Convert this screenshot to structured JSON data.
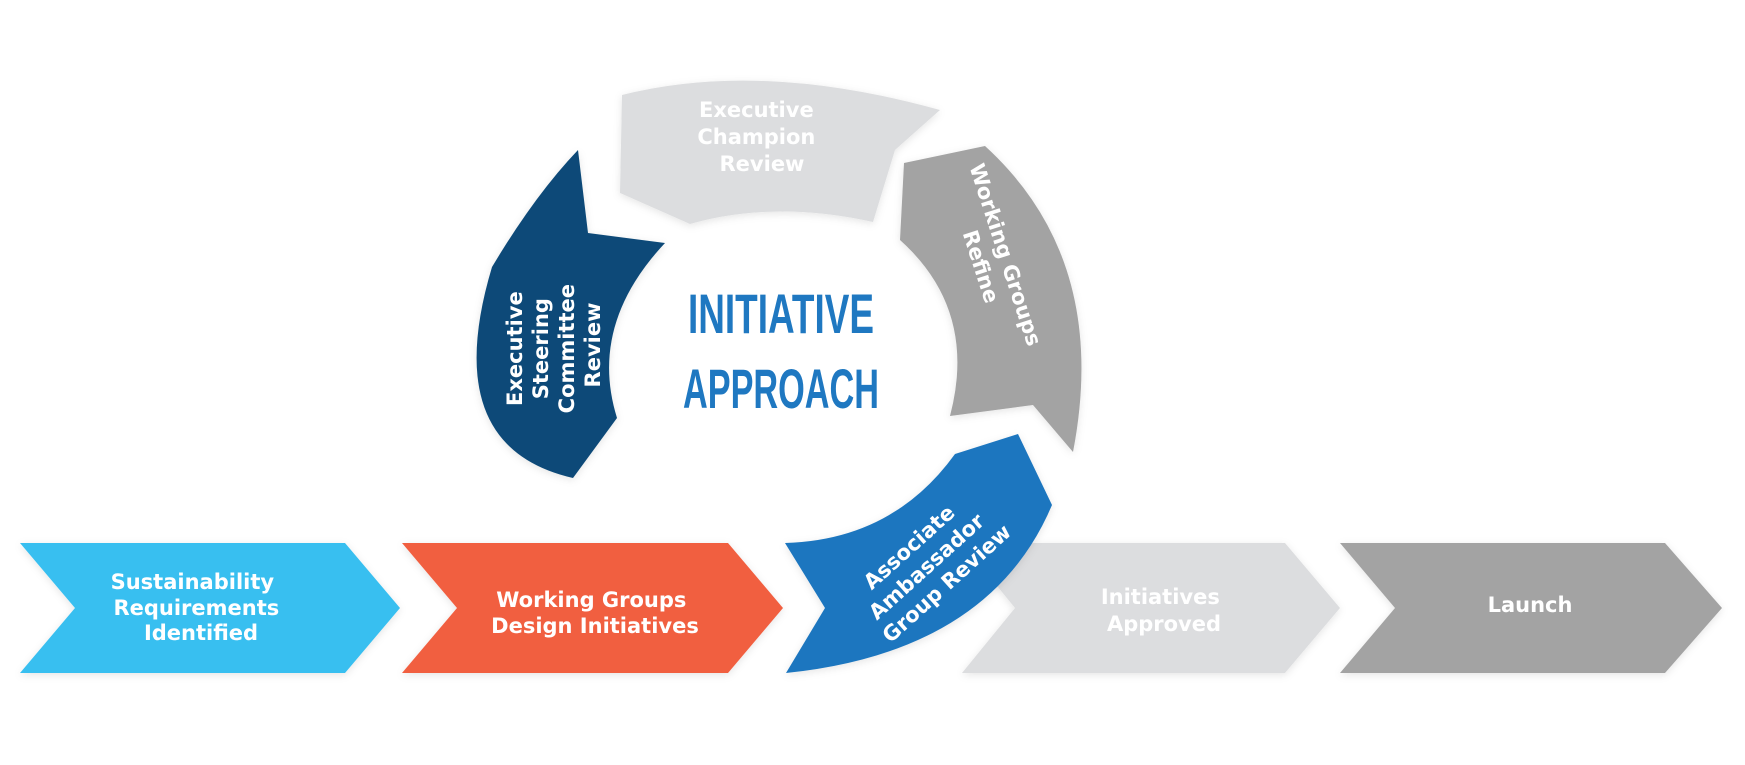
{
  "title": {
    "line1": "INITIATIVE",
    "line2": "APPROACH",
    "color": "#1f78c1"
  },
  "cycle": [
    {
      "id": "executive-champion-review",
      "lines": [
        "Executive",
        "Champion",
        "Review"
      ],
      "color": "#dcdddf"
    },
    {
      "id": "working-groups-refine",
      "lines": [
        "Working Groups",
        "Refine"
      ],
      "color": "#a3a3a3"
    },
    {
      "id": "associate-ambassador-group-review",
      "lines": [
        "Associate",
        "Ambassador",
        "Group Review"
      ],
      "color": "#1d76bf"
    },
    {
      "id": "executive-steering-committee-review",
      "lines": [
        "Executive",
        "Steering",
        "Committee",
        "Review"
      ],
      "color": "#0b4a78"
    }
  ],
  "steps": [
    {
      "id": "sustainability-requirements-identified",
      "lines": [
        "Sustainability",
        "Requirements",
        "Identified"
      ],
      "color": "#37bff0"
    },
    {
      "id": "working-groups-design-initiatives",
      "lines": [
        "Working Groups",
        "Design Initiatives"
      ],
      "color": "#f15f40"
    },
    {
      "id": "initiatives-approved",
      "lines": [
        "Initiatives",
        "Approved"
      ],
      "color": "#dcdddf"
    },
    {
      "id": "launch",
      "lines": [
        "Launch"
      ],
      "color": "#a3a3a3"
    }
  ]
}
